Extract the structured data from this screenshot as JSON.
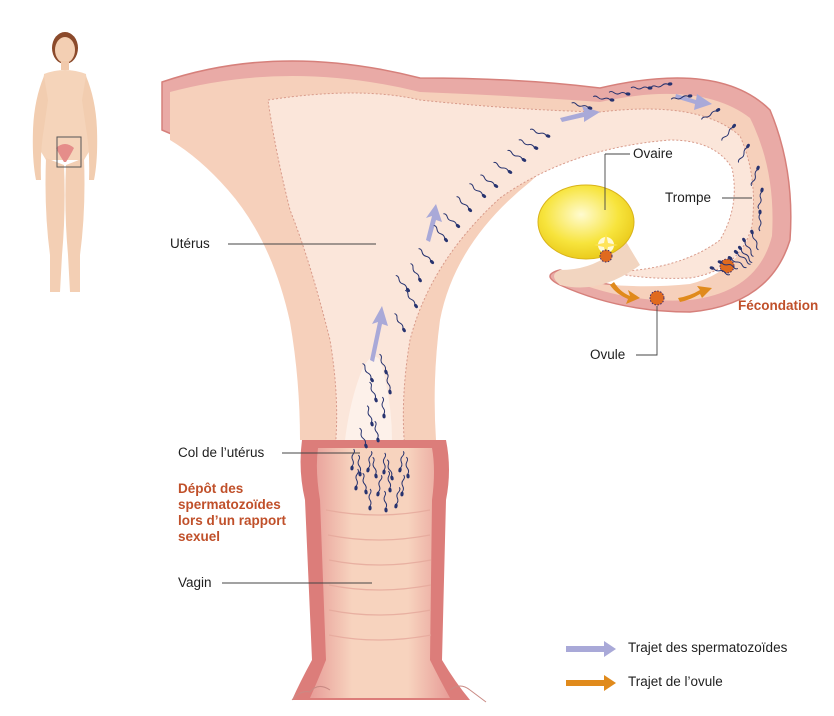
{
  "labels": {
    "uterus": "Utérus",
    "ovary": "Ovaire",
    "tube": "Trompe",
    "ovum": "Ovule",
    "cervix": "Col de l’utérus",
    "vagina": "Vagin"
  },
  "notes": {
    "deposit": "Dépôt des\nspermatozoïdes\nlors d’un rapport\nsexuel",
    "fertilization": "Fécondation"
  },
  "legend": [
    {
      "label": "Trajet des spermatozoïdes",
      "color": "#a9a9d8"
    },
    {
      "label": "Trajet de l’ovule",
      "color": "#e08a1c"
    }
  ],
  "colors": {
    "accent_note": "#c0502a",
    "tissue_outer": "#e6a7a4",
    "tissue_inner": "#f6d3bd",
    "ovary": "#f2dc2e",
    "sperm": "#27336f"
  },
  "icons": {
    "body": "female-body-silhouette-icon",
    "sperm": "sperm-cell-icon",
    "ovum": "ovum-icon"
  }
}
